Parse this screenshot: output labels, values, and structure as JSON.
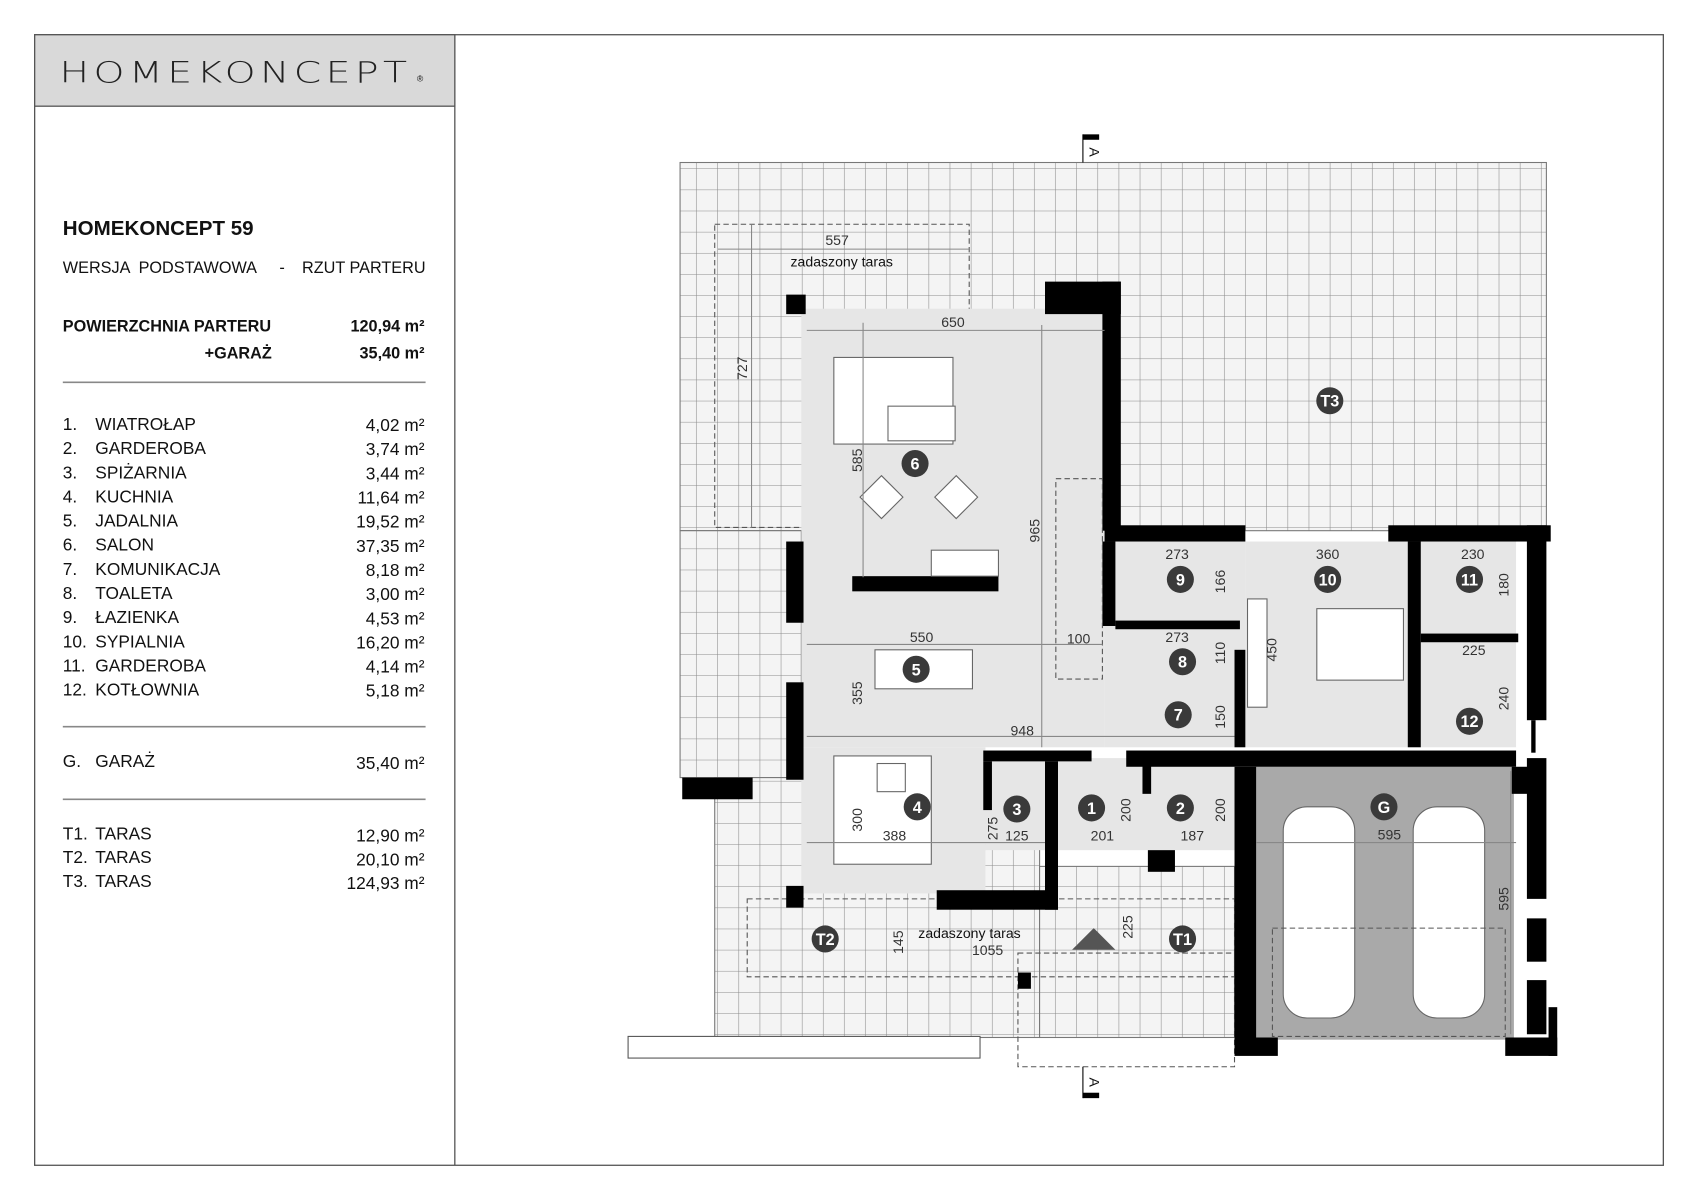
{
  "brand": {
    "logo": "HOMEKONCEPT",
    "registered": "®"
  },
  "sidebar": {
    "title": "HOMEKONCEPT 59",
    "subtitle_left": "WERSJA  PODSTAWOWA",
    "subtitle_sep": "-",
    "subtitle_right": "RZUT PARTERU",
    "area_label": "POWIERZCHNIA PARTERU",
    "area_value": "120,94 m²",
    "garage_label": "+GARAŻ",
    "garage_value": "35,40 m²",
    "rooms": [
      {
        "no": "1.",
        "name": "WIATROŁAP",
        "area": "4,02 m²"
      },
      {
        "no": "2.",
        "name": "GARDEROBA",
        "area": "3,74 m²"
      },
      {
        "no": "3.",
        "name": "SPIŻARNIA",
        "area": "3,44 m²"
      },
      {
        "no": "4.",
        "name": "KUCHNIA",
        "area": "11,64 m²"
      },
      {
        "no": "5.",
        "name": "JADALNIA",
        "area": "19,52 m²"
      },
      {
        "no": "6.",
        "name": "SALON",
        "area": "37,35 m²"
      },
      {
        "no": "7.",
        "name": "KOMUNIKACJA",
        "area": "8,18 m²"
      },
      {
        "no": "8.",
        "name": "TOALETA",
        "area": "3,00 m²"
      },
      {
        "no": "9.",
        "name": "ŁAZIENKA",
        "area": "4,53 m²"
      },
      {
        "no": "10.",
        "name": "SYPIALNIA",
        "area": "16,20 m²"
      },
      {
        "no": "11.",
        "name": "GARDEROBA",
        "area": "4,14 m²"
      },
      {
        "no": "12.",
        "name": "KOTŁOWNIA",
        "area": "5,18 m²"
      }
    ],
    "garage": {
      "no": "G.",
      "name": "GARAŻ",
      "area": "35,40 m²"
    },
    "terraces": [
      {
        "no": "T1.",
        "name": "TARAS",
        "area": "12,90 m²"
      },
      {
        "no": "T2.",
        "name": "TARAS",
        "area": "20,10 m²"
      },
      {
        "no": "T3.",
        "name": "TARAS",
        "area": "124,93 m²"
      }
    ]
  },
  "plan": {
    "section_mark": "A",
    "covered_terrace": "zadaszony taras",
    "markers": [
      "1",
      "2",
      "3",
      "4",
      "5",
      "6",
      "7",
      "8",
      "9",
      "10",
      "11",
      "12",
      "G",
      "T1",
      "T2",
      "T3"
    ],
    "dimensions": [
      "557",
      "727",
      "650",
      "585",
      "965",
      "550",
      "355",
      "948",
      "300",
      "388",
      "275",
      "125",
      "201",
      "200",
      "187",
      "200",
      "100",
      "273",
      "166",
      "273",
      "110",
      "150",
      "450",
      "360",
      "230",
      "180",
      "225",
      "240",
      "595",
      "595",
      "145",
      "1055",
      "225"
    ]
  },
  "colors": {
    "interior": "#e6e6e6",
    "garage": "#a9a9a9",
    "marker": "#3a3a3a",
    "header": "#d9d9d9"
  }
}
